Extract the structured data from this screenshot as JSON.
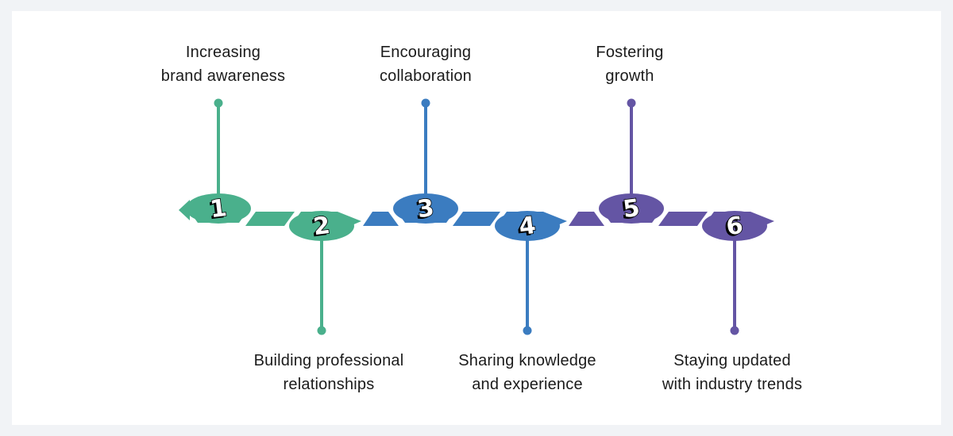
{
  "colors": {
    "page_background": "#F1F3F6",
    "card_background": "#FFFFFF",
    "text": "#1B1B1B",
    "green": "#4AB08C",
    "blue": "#3B7CC0",
    "purple": "#6455A4"
  },
  "steps": [
    {
      "number": "1",
      "label_line1": "Increasing",
      "label_line2": "brand awareness",
      "color": "#4AB08C",
      "position": "top"
    },
    {
      "number": "2",
      "label_line1": "Building professional",
      "label_line2": "relationships",
      "color": "#4AB08C",
      "position": "bottom"
    },
    {
      "number": "3",
      "label_line1": "Encouraging",
      "label_line2": "collaboration",
      "color": "#3B7CC0",
      "position": "top"
    },
    {
      "number": "4",
      "label_line1": "Sharing knowledge",
      "label_line2": "and experience",
      "color": "#3B7CC0",
      "position": "bottom"
    },
    {
      "number": "5",
      "label_line1": "Fostering",
      "label_line2": "growth",
      "color": "#6455A4",
      "position": "top"
    },
    {
      "number": "6",
      "label_line1": "Staying updated",
      "label_line2": "with industry trends",
      "color": "#6455A4",
      "position": "bottom"
    }
  ]
}
